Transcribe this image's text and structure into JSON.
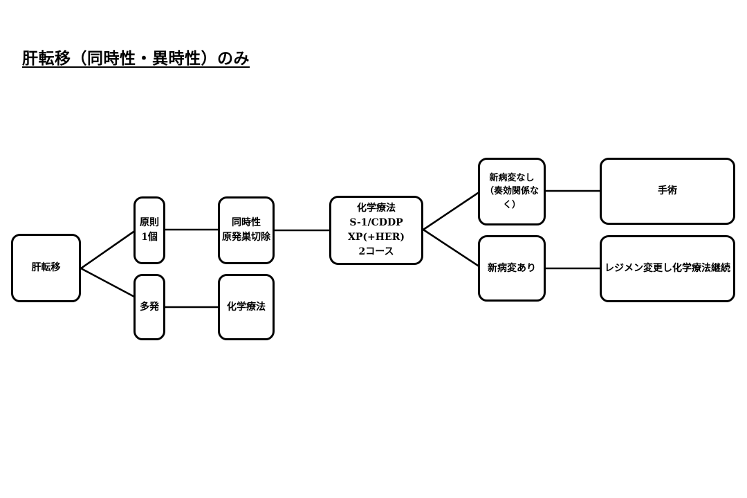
{
  "title": "肝転移（同時性・異時性）のみ",
  "nodes": {
    "liver_metastasis": {
      "text": "肝転移"
    },
    "principle_one": {
      "text": "原則\n1個"
    },
    "multiple": {
      "text": "多発"
    },
    "synchronous_resection": {
      "text": "同時性\n原発巣切除"
    },
    "chemotherapy": {
      "text": "化学療法"
    },
    "chemo_regimen": {
      "text": "化学療法\nS-1/CDDP\nXP(+HER)\n2コース"
    },
    "no_new_lesion": {
      "text": "新病変なし\n（奏効関係なく）"
    },
    "new_lesion": {
      "text": "新病変あり"
    },
    "surgery": {
      "text": "手術"
    },
    "regimen_change": {
      "text": "レジメン変更し化学療法継続"
    }
  },
  "colors": {
    "line": "#000000",
    "background": "#ffffff",
    "text": "#000000"
  }
}
